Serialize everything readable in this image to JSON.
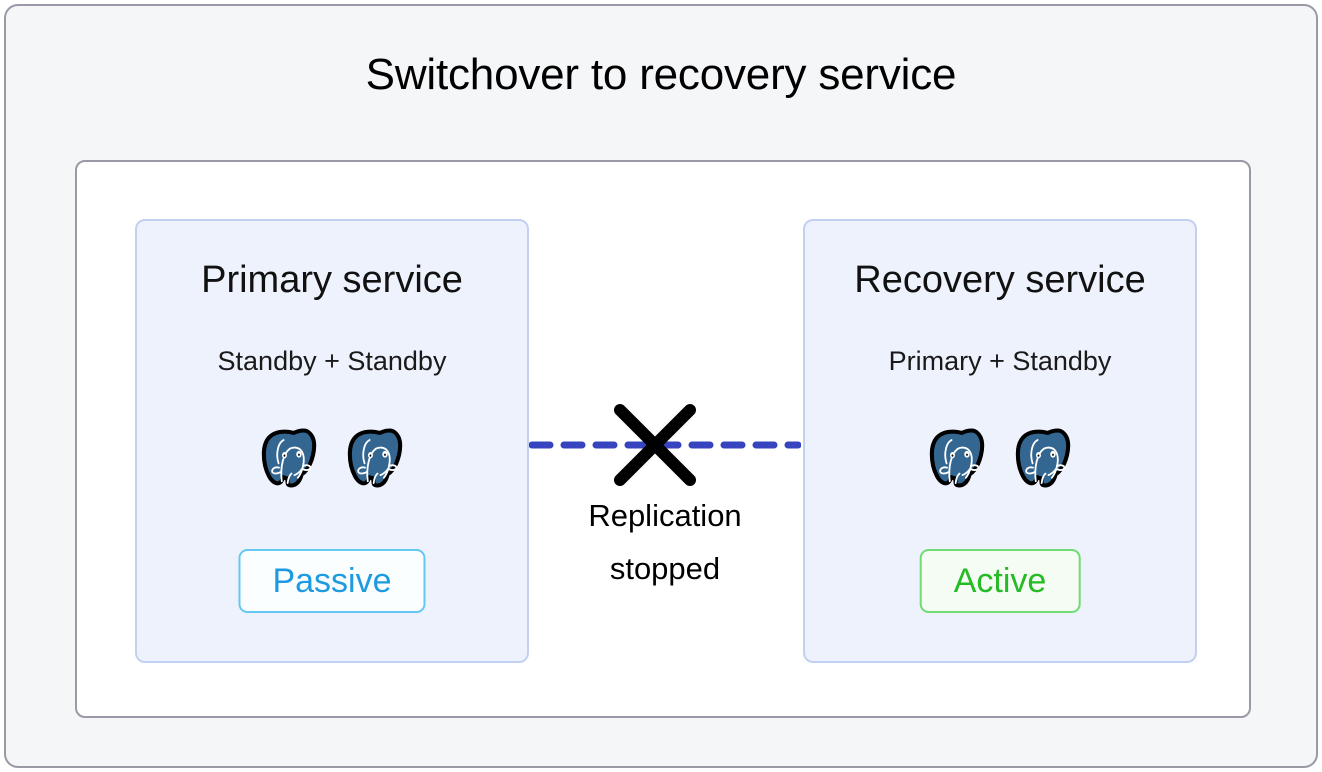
{
  "figure": {
    "title": "Switchover to recovery service",
    "background_color": "#f5f6f8",
    "border_color": "#9a9aa6",
    "card_background": "#ffffff"
  },
  "services": [
    {
      "id": "primary-service",
      "title": "Primary service",
      "subtitle": "Standby + Standby",
      "nodes": [
        "postgres-node",
        "postgres-node"
      ],
      "node_count": 2,
      "node_icon": "postgres-elephant-icon",
      "badge": {
        "label": "Passive",
        "text_color": "#1e9ae0",
        "border_color": "#64c8f2",
        "background_color": "#fbfeff"
      },
      "box_background": "#eef2fd",
      "box_border": "#c3d0f2"
    },
    {
      "id": "recovery-service",
      "title": "Recovery service",
      "subtitle": "Primary + Standby",
      "nodes": [
        "postgres-node",
        "postgres-node"
      ],
      "node_count": 2,
      "node_icon": "postgres-elephant-icon",
      "badge": {
        "label": "Active",
        "text_color": "#24bb24",
        "border_color": "#71dc71",
        "background_color": "#f4fcf4"
      },
      "box_background": "#eef2fd",
      "box_border": "#c3d0f2"
    }
  ],
  "replication": {
    "label_line1": "Replication",
    "label_line2": "stopped",
    "state": "stopped",
    "line_style": "dashed",
    "line_color": "#3644bf",
    "cross_icon": "cross-mark-icon",
    "cross_color": "#000000"
  },
  "palette": {
    "postgres_blue": "#336791",
    "postgres_outline": "#000000",
    "text_primary": "#111111"
  }
}
